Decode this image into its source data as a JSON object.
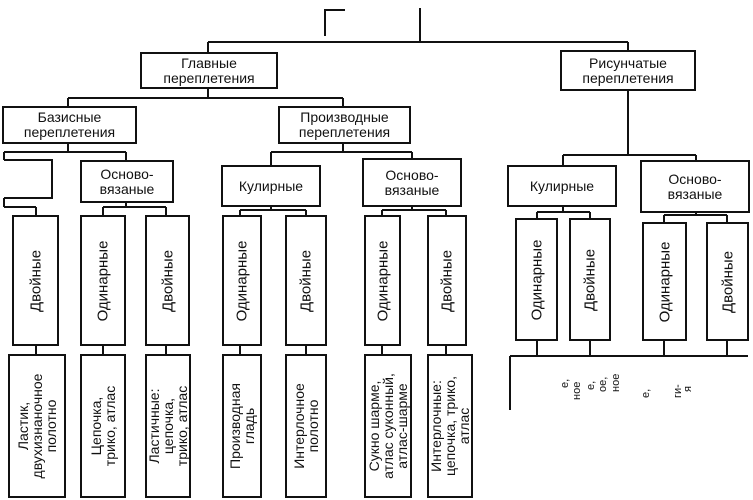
{
  "level1": {
    "main": "Главные\nпереплетения",
    "figured": "Рисунчатые\nпереплетения"
  },
  "level2": {
    "basic": "Базисные\nпереплетения",
    "derived": "Производные\nпереплетения"
  },
  "level3": {
    "basic_warp": "Осново-\nвязаные",
    "derived_weft": "Кулирные",
    "derived_warp": "Осново-\nвязаные",
    "figured_weft": "Кулирные",
    "figured_warp": "Осново-\nвязаные"
  },
  "level4": {
    "c1": "Двойные",
    "c2": "Одинарные",
    "c3": "Двойные",
    "c4": "Одинарные",
    "c5": "Двойные",
    "c6": "Одинарные",
    "c7": "Двойные",
    "c8": "Одинарные",
    "c9": "Двойные",
    "c10": "Одинарные",
    "c11": "Двойные"
  },
  "leaves": {
    "l1": "Ластик,\nдвухизнаночное\nполотно",
    "l2": "Цепочка,\nтрико, атлас",
    "l3": "Ластичные:\nцепочка,\nтрико, атлас",
    "l4": "Производная\nгладь",
    "l5": "Интерлочное\nполотно",
    "l6": "Сукно шарме,\nатлас суконный,\nатлас-шарме",
    "l7": "Интерлочные:\nцепочка, трико,\nатлас"
  },
  "fragments": [
    "е,",
    "ное",
    "е,",
    "ое,",
    "ное",
    "е,",
    "ги-",
    "я"
  ]
}
